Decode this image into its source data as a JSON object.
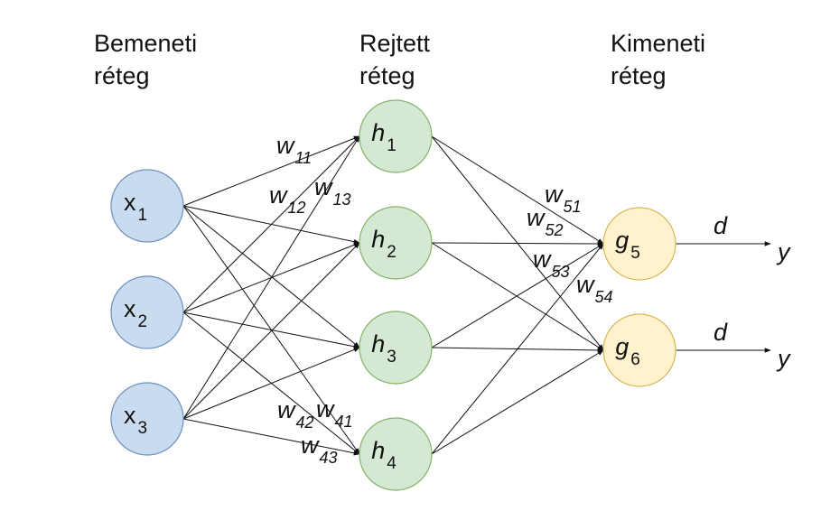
{
  "layers": {
    "input": {
      "title_line1": "Bemeneti",
      "title_line2": "réteg"
    },
    "hidden": {
      "title_line1": "Rejtett",
      "title_line2": "réteg"
    },
    "output": {
      "title_line1": "Kimeneti",
      "title_line2": "réteg"
    }
  },
  "nodes": {
    "x1": {
      "base": "x",
      "sub": "1",
      "italic": false
    },
    "x2": {
      "base": "x",
      "sub": "2",
      "italic": false
    },
    "x3": {
      "base": "x",
      "sub": "3",
      "italic": false
    },
    "h1": {
      "base": "h",
      "sub": "1",
      "italic": true
    },
    "h2": {
      "base": "h",
      "sub": "2",
      "italic": true
    },
    "h3": {
      "base": "h",
      "sub": "3",
      "italic": true
    },
    "h4": {
      "base": "h",
      "sub": "4",
      "italic": true
    },
    "g5": {
      "base": "g",
      "sub": "5",
      "italic": true
    },
    "g6": {
      "base": "g",
      "sub": "6",
      "italic": true
    }
  },
  "weights": {
    "w11": {
      "base": "w",
      "sub": "11"
    },
    "w12": {
      "base": "w",
      "sub": "12"
    },
    "w13": {
      "base": "w",
      "sub": "13"
    },
    "w41": {
      "base": "w",
      "sub": "41"
    },
    "w42": {
      "base": "w",
      "sub": "42"
    },
    "w43": {
      "base": "w",
      "sub": "43"
    },
    "w51": {
      "base": "w",
      "sub": "51"
    },
    "w52": {
      "base": "w",
      "sub": "52"
    },
    "w53": {
      "base": "w",
      "sub": "53"
    },
    "w54": {
      "base": "w",
      "sub": "54"
    }
  },
  "outputs": {
    "o1": {
      "d_label": "d",
      "y_label": "y"
    },
    "o2": {
      "d_label": "d",
      "y_label": "y"
    }
  },
  "colors": {
    "input_fill": "#c9dcef",
    "input_stroke": "#6c8ebf",
    "hidden_fill": "#d5e8d4",
    "hidden_stroke": "#82b366",
    "output_fill": "#fff2cc",
    "output_stroke": "#d6b656",
    "edge": "#111111"
  }
}
